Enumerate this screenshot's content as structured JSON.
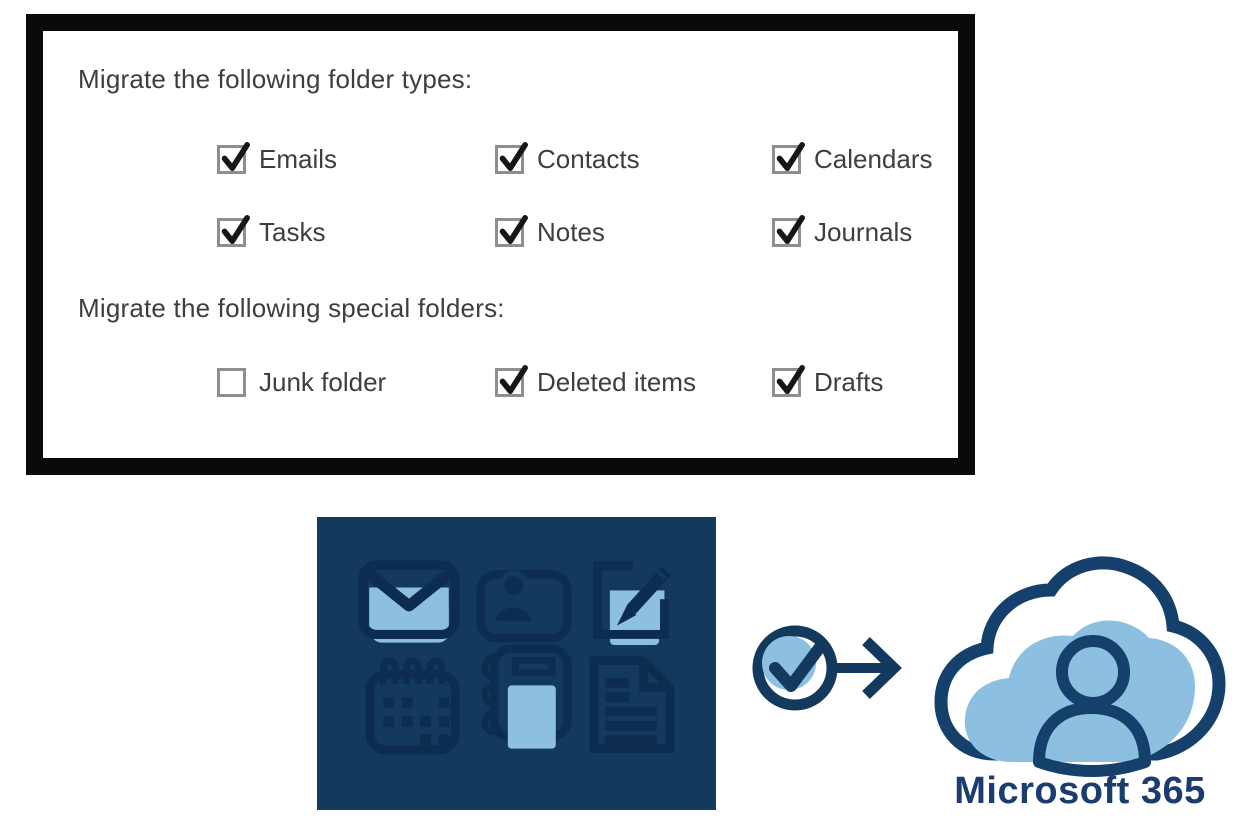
{
  "panel": {
    "heading_folder_types": "Migrate the following folder types:",
    "heading_special_folders": "Migrate the following special folders:",
    "folder_types": [
      {
        "label": "Emails",
        "checked": true
      },
      {
        "label": "Contacts",
        "checked": true
      },
      {
        "label": "Calendars",
        "checked": true
      },
      {
        "label": "Tasks",
        "checked": true
      },
      {
        "label": "Notes",
        "checked": true
      },
      {
        "label": "Journals",
        "checked": true
      }
    ],
    "special_folders": [
      {
        "label": "Junk folder",
        "checked": false
      },
      {
        "label": "Deleted items",
        "checked": true
      },
      {
        "label": "Drafts",
        "checked": true
      }
    ]
  },
  "illustration": {
    "source_icons": [
      "email-icon",
      "contacts-icon",
      "compose-icon",
      "calendar-icon",
      "notebook-icon",
      "document-icon"
    ],
    "connector_icons": [
      "check-circle-icon",
      "arrow-right-icon"
    ],
    "destination_icon": "microsoft365-cloud-icon",
    "destination_label": "Microsoft 365",
    "colors": {
      "box_navy": "#14395f",
      "icon_navy": "#0c2c50",
      "light_blue": "#8cbfe0",
      "outline_navy": "#16406c",
      "label_navy": "#1b3c6e",
      "panel_border": "#0a0a0a",
      "checkbox_border": "#8e8e8e",
      "text_gray": "#3e3e3e"
    }
  }
}
